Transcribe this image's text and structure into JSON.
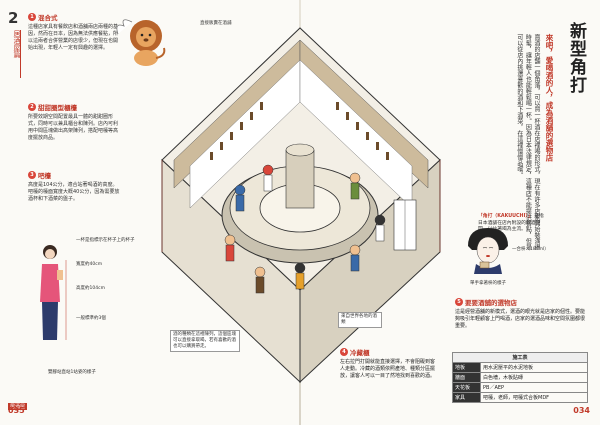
{
  "chapter": {
    "number": "2",
    "label": "居酒屋篇",
    "badge": "居酒屋"
  },
  "pages": {
    "left": "035",
    "right": "034"
  },
  "title": "新型角打",
  "subtitle": "來吧，愛喝酒的人，成為酒舖的選物店",
  "body_text": "賣酒的店舖一個角落，可以買一杯酒在店裡喝的形式，現在有許多店家開始裝潢得時髦，讓年輕人也能輕鬆喝一杯。因為日本法律規定，這種店不能提供餐點，但是可以從店內挑選喜歡的酒和下酒菜，在這裡慢慢品嚐。",
  "note": {
    "label": "「角打（KAKUUCHI）」",
    "text": "是指日本酒舖在店內附設的飲酒空間，以站著喝為主流。"
  },
  "geisha_labels": {
    "bowl": "一合枡（180ml）",
    "caption": "單手拿著枡的樣子"
  },
  "sections_left": [
    {
      "num": "1",
      "title": "混合式",
      "text": "這種店家具有餐飲店和酒舖兩店兩種的基因，然而在日本，因為無法供應餐點，所以這兩者合併營業的店很少，但現在也開始出現，年輕人一定有興趣的選擇。"
    },
    {
      "num": "2",
      "title": "甜甜圈型櫃檯",
      "text": "所要效期空間配置最具一體的甜甜圈形式，同時可以兼具櫃台和陳列。店內可利用中間區塊做出高架陳列，搭配吧檯等高度擺放商品。"
    },
    {
      "num": "3",
      "title": "吧檯",
      "text": "高度是104公分，適合站著喝酒的高度。吧檯的檯面寬度大概40公分，因為需要放酒杯和下酒菜的盤子。"
    }
  ],
  "woman_labels": {
    "a": "一杯是指標示在杯子上的杯子",
    "b": "寬度約40cm",
    "c": "高度約104cm",
    "d": "一般標準約3個",
    "caption": "雙腳站直站1站姿的樣子"
  },
  "callouts": {
    "top": "直接販賣在酒舖",
    "left": "酒的種類在這裡陳列，這個區塊可以直接拿取喝，若有喜歡的酒也可以購買帶走。",
    "right": "來自世界各地的酒類"
  },
  "sections_right": {
    "num": "4",
    "title": "冷藏櫃",
    "text": "左右拉門打開就能直接選擇，不會阻礙到客人走動。冷藏的酒類依照產地、種類分區擺放，讓客人可以一目了然地找到喜歡的酒。"
  },
  "section_right2": {
    "num": "5",
    "title": "要要酒舖的選物店",
    "text": "這是經營酒舖的新模式，選酒的眼光就是店家的個性。要能夠吸引年輕顧客上門喝酒，店家的選酒品味和空間氛圍都很重要。"
  },
  "spec_table": {
    "header": "施工表",
    "rows": [
      {
        "k": "地板",
        "v": "用水泥壓平的水泥地板"
      },
      {
        "k": "牆面",
        "v": "白色墻，木板貼磚"
      },
      {
        "k": "天花板",
        "v": "PB／AEP"
      },
      {
        "k": "家具",
        "v": "吧檯，老師，吧檯式合板MDF"
      }
    ]
  },
  "colors": {
    "accent": "#c13a2a",
    "circle": "#d9463a"
  }
}
